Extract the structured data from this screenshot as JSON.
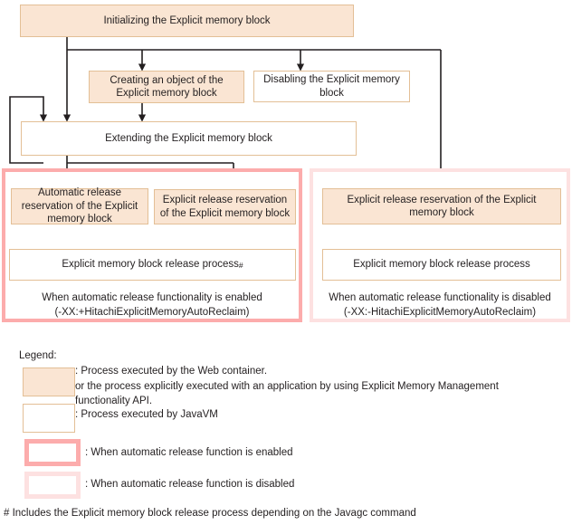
{
  "diagram": {
    "type": "flowchart",
    "title_node": "Initializing the Explicit memory block",
    "nodes": {
      "init": "Initializing the Explicit memory block",
      "creating": "Creating an object of the\nExplicit memory block",
      "disabling": "Disabling the Explicit memory\nblock",
      "extending": "Extending the Explicit memory block",
      "auto_release_reservation": "Automatic release\nreservation of the Explicit\nmemory block",
      "explicit_release_reservation_left": "Explicit release reservation\nof the Explicit memory block",
      "release_process_left": "Explicit memory block release process",
      "release_process_left_mark": "#",
      "explicit_release_reservation_right": "Explicit release reservation of  the Explicit\nmemory block",
      "release_process_right": "Explicit memory block release process"
    },
    "groups": {
      "enabled": {
        "caption_line1": "When automatic release functionality is enabled",
        "caption_line2": "(-XX:+HitachiExplicitMemoryAutoReclaim)"
      },
      "disabled": {
        "caption_line1": "When automatic release functionality is disabled",
        "caption_line2": "(-XX:-HitachiExplicitMemoryAutoReclaim)"
      }
    }
  },
  "legend": {
    "title": "Legend:",
    "items": [
      {
        "swatch": "filled-tan-box",
        "line1": ": Process executed by the Web container.",
        "line2": "or the process explicitly executed with an application by using Explicit Memory Management",
        "line3": "functionality API."
      },
      {
        "swatch": "white-box",
        "line1": ": Process executed by JavaVM"
      },
      {
        "swatch": "pink-strong-border-box",
        "line1": ": When automatic release function is enabled"
      },
      {
        "swatch": "pink-light-border-box",
        "line1": ": When automatic release function is disabled"
      }
    ]
  },
  "footnote": "# Includes the Explicit memory block release process depending on the Javagc command",
  "colors": {
    "node_fill": "#fae5d3",
    "node_border": "#e3bf96",
    "group_enabled_border": "#fcacac",
    "group_disabled_border": "#fde1e1",
    "connector": "#231f20",
    "text": "#231f20",
    "background": "#ffffff"
  }
}
